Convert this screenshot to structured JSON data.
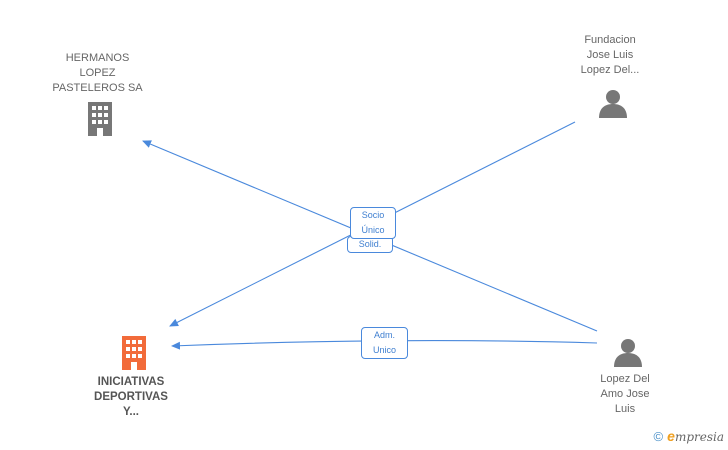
{
  "nodes": [
    {
      "id": "hermanos",
      "label": "HERMANOS\nLOPEZ\nPASTELEROS SA",
      "kind": "company",
      "color": "#777777"
    },
    {
      "id": "fundacion",
      "label": "Fundacion\nJose Luis\nLopez Del...",
      "kind": "person",
      "color": "#777777"
    },
    {
      "id": "iniciativas",
      "label": "INICIATIVAS\nDEPORTIVAS\nY...",
      "kind": "company",
      "color": "#f26b3a"
    },
    {
      "id": "lopez",
      "label": "Lopez Del\nAmo Jose\nLuis",
      "kind": "person",
      "color": "#777777"
    }
  ],
  "edges": [
    {
      "from": "fundacion",
      "to": "iniciativas"
    },
    {
      "from": "lopez",
      "to": "hermanos"
    },
    {
      "from": "lopez",
      "to": "iniciativas"
    }
  ],
  "edge_labels": {
    "socio": "Socio\nÚnico",
    "solid": "Solid.",
    "adm": "Adm.\nUnico"
  },
  "brand": {
    "copyright": "©",
    "logo_e": "e",
    "logo_rest": "mpresia"
  },
  "colors": {
    "edge": "#4a89dc",
    "company": "#777777",
    "highlight": "#f26b3a",
    "person": "#777777"
  }
}
